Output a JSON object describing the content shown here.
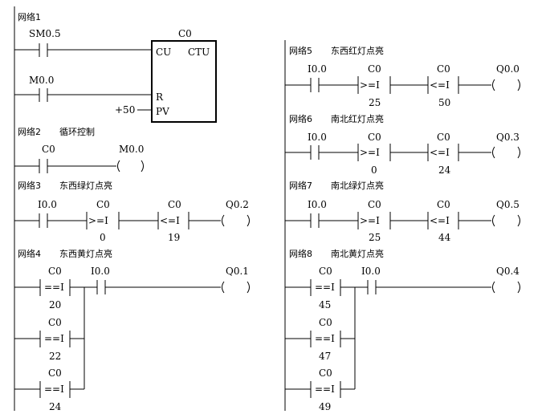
{
  "networks": {
    "n1": {
      "title": "网络1",
      "counter_name": "C0",
      "block_type": "CTU",
      "cu_label": "CU",
      "r_label": "R",
      "pv_label": "PV",
      "pv_value": "+50",
      "cu_contact": "SM0.5",
      "r_contact": "M0.0"
    },
    "n2": {
      "title": "网络2",
      "comment": "循环控制",
      "contact": "C0",
      "coil": "M0.0"
    },
    "n3": {
      "title": "网络3",
      "comment": "东西绿灯点亮",
      "contact": "I0.0",
      "cmp1": {
        "name": "C0",
        "op": ">=I",
        "value": "0"
      },
      "cmp2": {
        "name": "C0",
        "op": "<=I",
        "value": "19"
      },
      "coil": "Q0.2"
    },
    "n4": {
      "title": "网络4",
      "comment": "东西黄灯点亮",
      "contact": "I0.0",
      "coil": "Q0.1",
      "cmps": [
        {
          "name": "C0",
          "op": "==I",
          "value": "20"
        },
        {
          "name": "C0",
          "op": "==I",
          "value": "22"
        },
        {
          "name": "C0",
          "op": "==I",
          "value": "24"
        }
      ]
    },
    "n5": {
      "title": "网络5",
      "comment": "东西红灯点亮",
      "contact": "I0.0",
      "cmp1": {
        "name": "C0",
        "op": ">=I",
        "value": "25"
      },
      "cmp2": {
        "name": "C0",
        "op": "<=I",
        "value": "50"
      },
      "coil": "Q0.0"
    },
    "n6": {
      "title": "网络6",
      "comment": "南北红灯点亮",
      "contact": "I0.0",
      "cmp1": {
        "name": "C0",
        "op": ">=I",
        "value": "0"
      },
      "cmp2": {
        "name": "C0",
        "op": "<=I",
        "value": "24"
      },
      "coil": "Q0.3"
    },
    "n7": {
      "title": "网络7",
      "comment": "南北绿灯点亮",
      "contact": "I0.0",
      "cmp1": {
        "name": "C0",
        "op": ">=I",
        "value": "25"
      },
      "cmp2": {
        "name": "C0",
        "op": "<=I",
        "value": "44"
      },
      "coil": "Q0.5"
    },
    "n8": {
      "title": "网络8",
      "comment": "南北黄灯点亮",
      "contact": "I0.0",
      "coil": "Q0.4",
      "cmps": [
        {
          "name": "C0",
          "op": "==I",
          "value": "45"
        },
        {
          "name": "C0",
          "op": "==I",
          "value": "47"
        },
        {
          "name": "C0",
          "op": "==I",
          "value": "49"
        }
      ]
    }
  }
}
